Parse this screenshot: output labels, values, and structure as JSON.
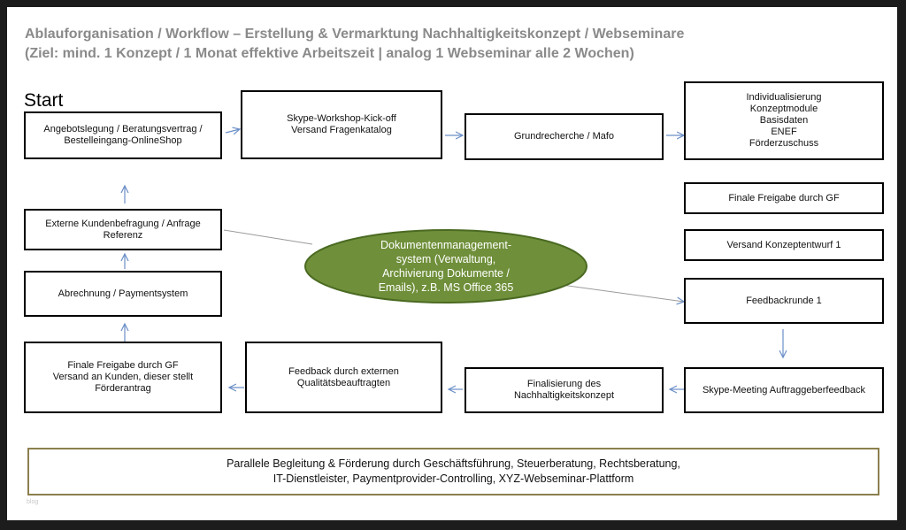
{
  "title": {
    "line1": "Ablauforganisation / Workflow – Erstellung & Vermarktung Nachhaltigkeitskonzept / Webseminare",
    "line2": "(Ziel: mind. 1 Konzept / 1 Monat effektive Arbeitszeit | analog 1 Webseminar alle 2 Wochen)"
  },
  "start_label": "Start",
  "steps": {
    "angebot": "Angebotslegung / Beratungsvertrag /\nBestelleingang-OnlineShop",
    "skype_kickoff": "Skype-Workshop-Kick-off\nVersand Fragenkatalog",
    "grundrecherche": "Grundrecherche / Mafo",
    "individualisierung": "Individualisierung\nKonzeptmodule\nBasisdaten\nENEF\nFörderzuschuss",
    "finale_freigabe_gf": "Finale Freigabe durch GF",
    "versand_konzeptentwurf": "Versand Konzeptentwurf 1",
    "feedbackrunde": "Feedbackrunde 1",
    "skype_meeting": "Skype-Meeting Auftraggeberfeedback",
    "finalisierung": "Finalisierung des\nNachhaltigkeitskonzept",
    "feedback_extern": "Feedback durch externen\nQualitätsbeauftragten",
    "finale_freigabe_versand": "Finale Freigabe durch GF\nVersand an Kunden, dieser stellt\nFörderantrag",
    "abrechnung": "Abrechnung / Paymentsystem",
    "kundenbefragung": "Externe Kundenbefragung / Anfrage\nReferenz"
  },
  "center": "Dokumentenmanagement-\nsystem (Verwaltung,\nArchivierung Dokumente /\nEmails), z.B. MS Office 365",
  "footer": "Parallele Begleitung & Förderung durch Geschäftsführung, Steuerberatung, Rechtsberatung,\nIT-Dienstleister, Paymentprovider-Controlling, XYZ-Webseminar-Plattform",
  "watermark": "blog",
  "colors": {
    "title": "#8a8a8a",
    "ellipse_fill": "#6f8f3a",
    "ellipse_stroke": "#4a6a22",
    "arrow": "#6b8fc7",
    "footer_border": "#8c7f4e"
  }
}
